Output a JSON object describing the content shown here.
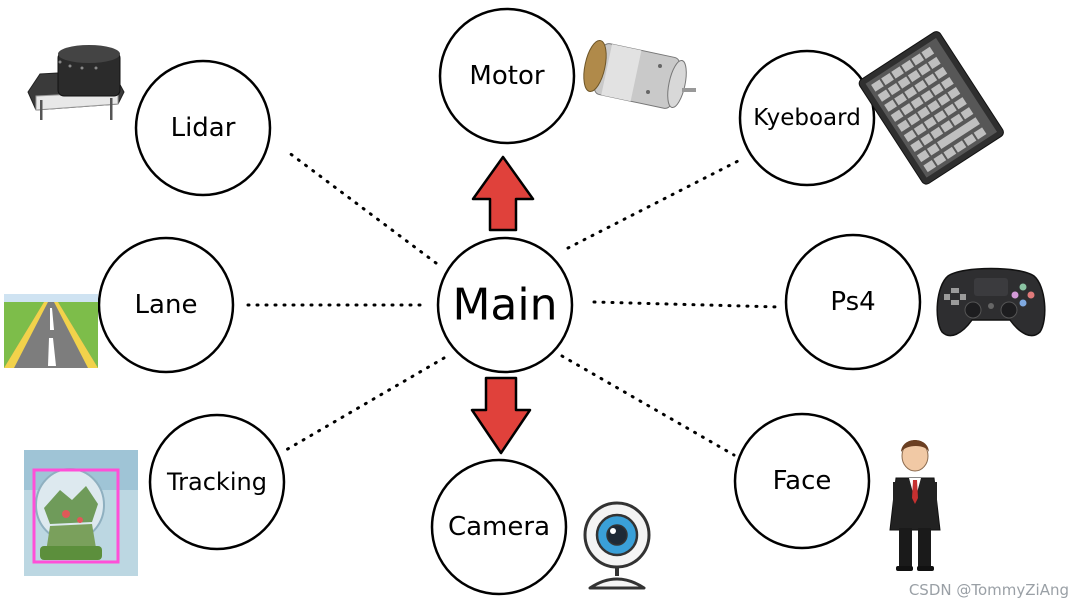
{
  "center": {
    "label": "Main"
  },
  "nodes": {
    "lidar": {
      "label": "Lidar"
    },
    "motor": {
      "label": "Motor"
    },
    "keyboard": {
      "label": "Kyeboard"
    },
    "lane": {
      "label": "Lane"
    },
    "ps4": {
      "label": "Ps4"
    },
    "tracking": {
      "label": "Tracking"
    },
    "camera": {
      "label": "Camera"
    },
    "face": {
      "label": "Face"
    }
  },
  "icons": {
    "lidar": "lidar-sensor-icon",
    "motor": "dc-motor-icon",
    "keyboard": "keyboard-icon",
    "lane": "road-lane-icon",
    "ps4": "gamepad-icon",
    "tracking": "tracking-photo-icon",
    "camera": "webcam-icon",
    "face": "businessman-icon"
  },
  "colors": {
    "arrow": "#e0413b",
    "tracking_box": "#ff4fd8",
    "road": "#7d7d7d",
    "grass": "#7dbd4a",
    "camera_ring": "#3aa0d8"
  },
  "watermark": "CSDN @TommyZiAng"
}
